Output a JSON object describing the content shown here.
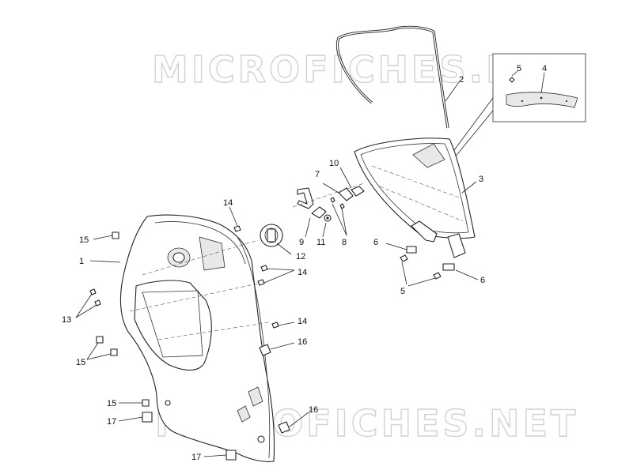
{
  "watermark": {
    "text": "MICROFICHES.NET"
  },
  "callouts": [
    {
      "id": "c1",
      "text": "1"
    },
    {
      "id": "c2",
      "text": "2"
    },
    {
      "id": "c3",
      "text": "3"
    },
    {
      "id": "c4",
      "text": "4"
    },
    {
      "id": "c5a",
      "text": "5"
    },
    {
      "id": "c5b",
      "text": "5"
    },
    {
      "id": "c6a",
      "text": "6"
    },
    {
      "id": "c6b",
      "text": "6"
    },
    {
      "id": "c7",
      "text": "7"
    },
    {
      "id": "c8",
      "text": "8"
    },
    {
      "id": "c9",
      "text": "9"
    },
    {
      "id": "c10",
      "text": "10"
    },
    {
      "id": "c11",
      "text": "11"
    },
    {
      "id": "c12",
      "text": "12"
    },
    {
      "id": "c13",
      "text": "13"
    },
    {
      "id": "c14a",
      "text": "14"
    },
    {
      "id": "c14b",
      "text": "14"
    },
    {
      "id": "c14c",
      "text": "14"
    },
    {
      "id": "c15a",
      "text": "15"
    },
    {
      "id": "c15b",
      "text": "15"
    },
    {
      "id": "c15c",
      "text": "15"
    },
    {
      "id": "c16a",
      "text": "16"
    },
    {
      "id": "c16b",
      "text": "16"
    },
    {
      "id": "c17a",
      "text": "17"
    },
    {
      "id": "c17b",
      "text": "17"
    }
  ]
}
